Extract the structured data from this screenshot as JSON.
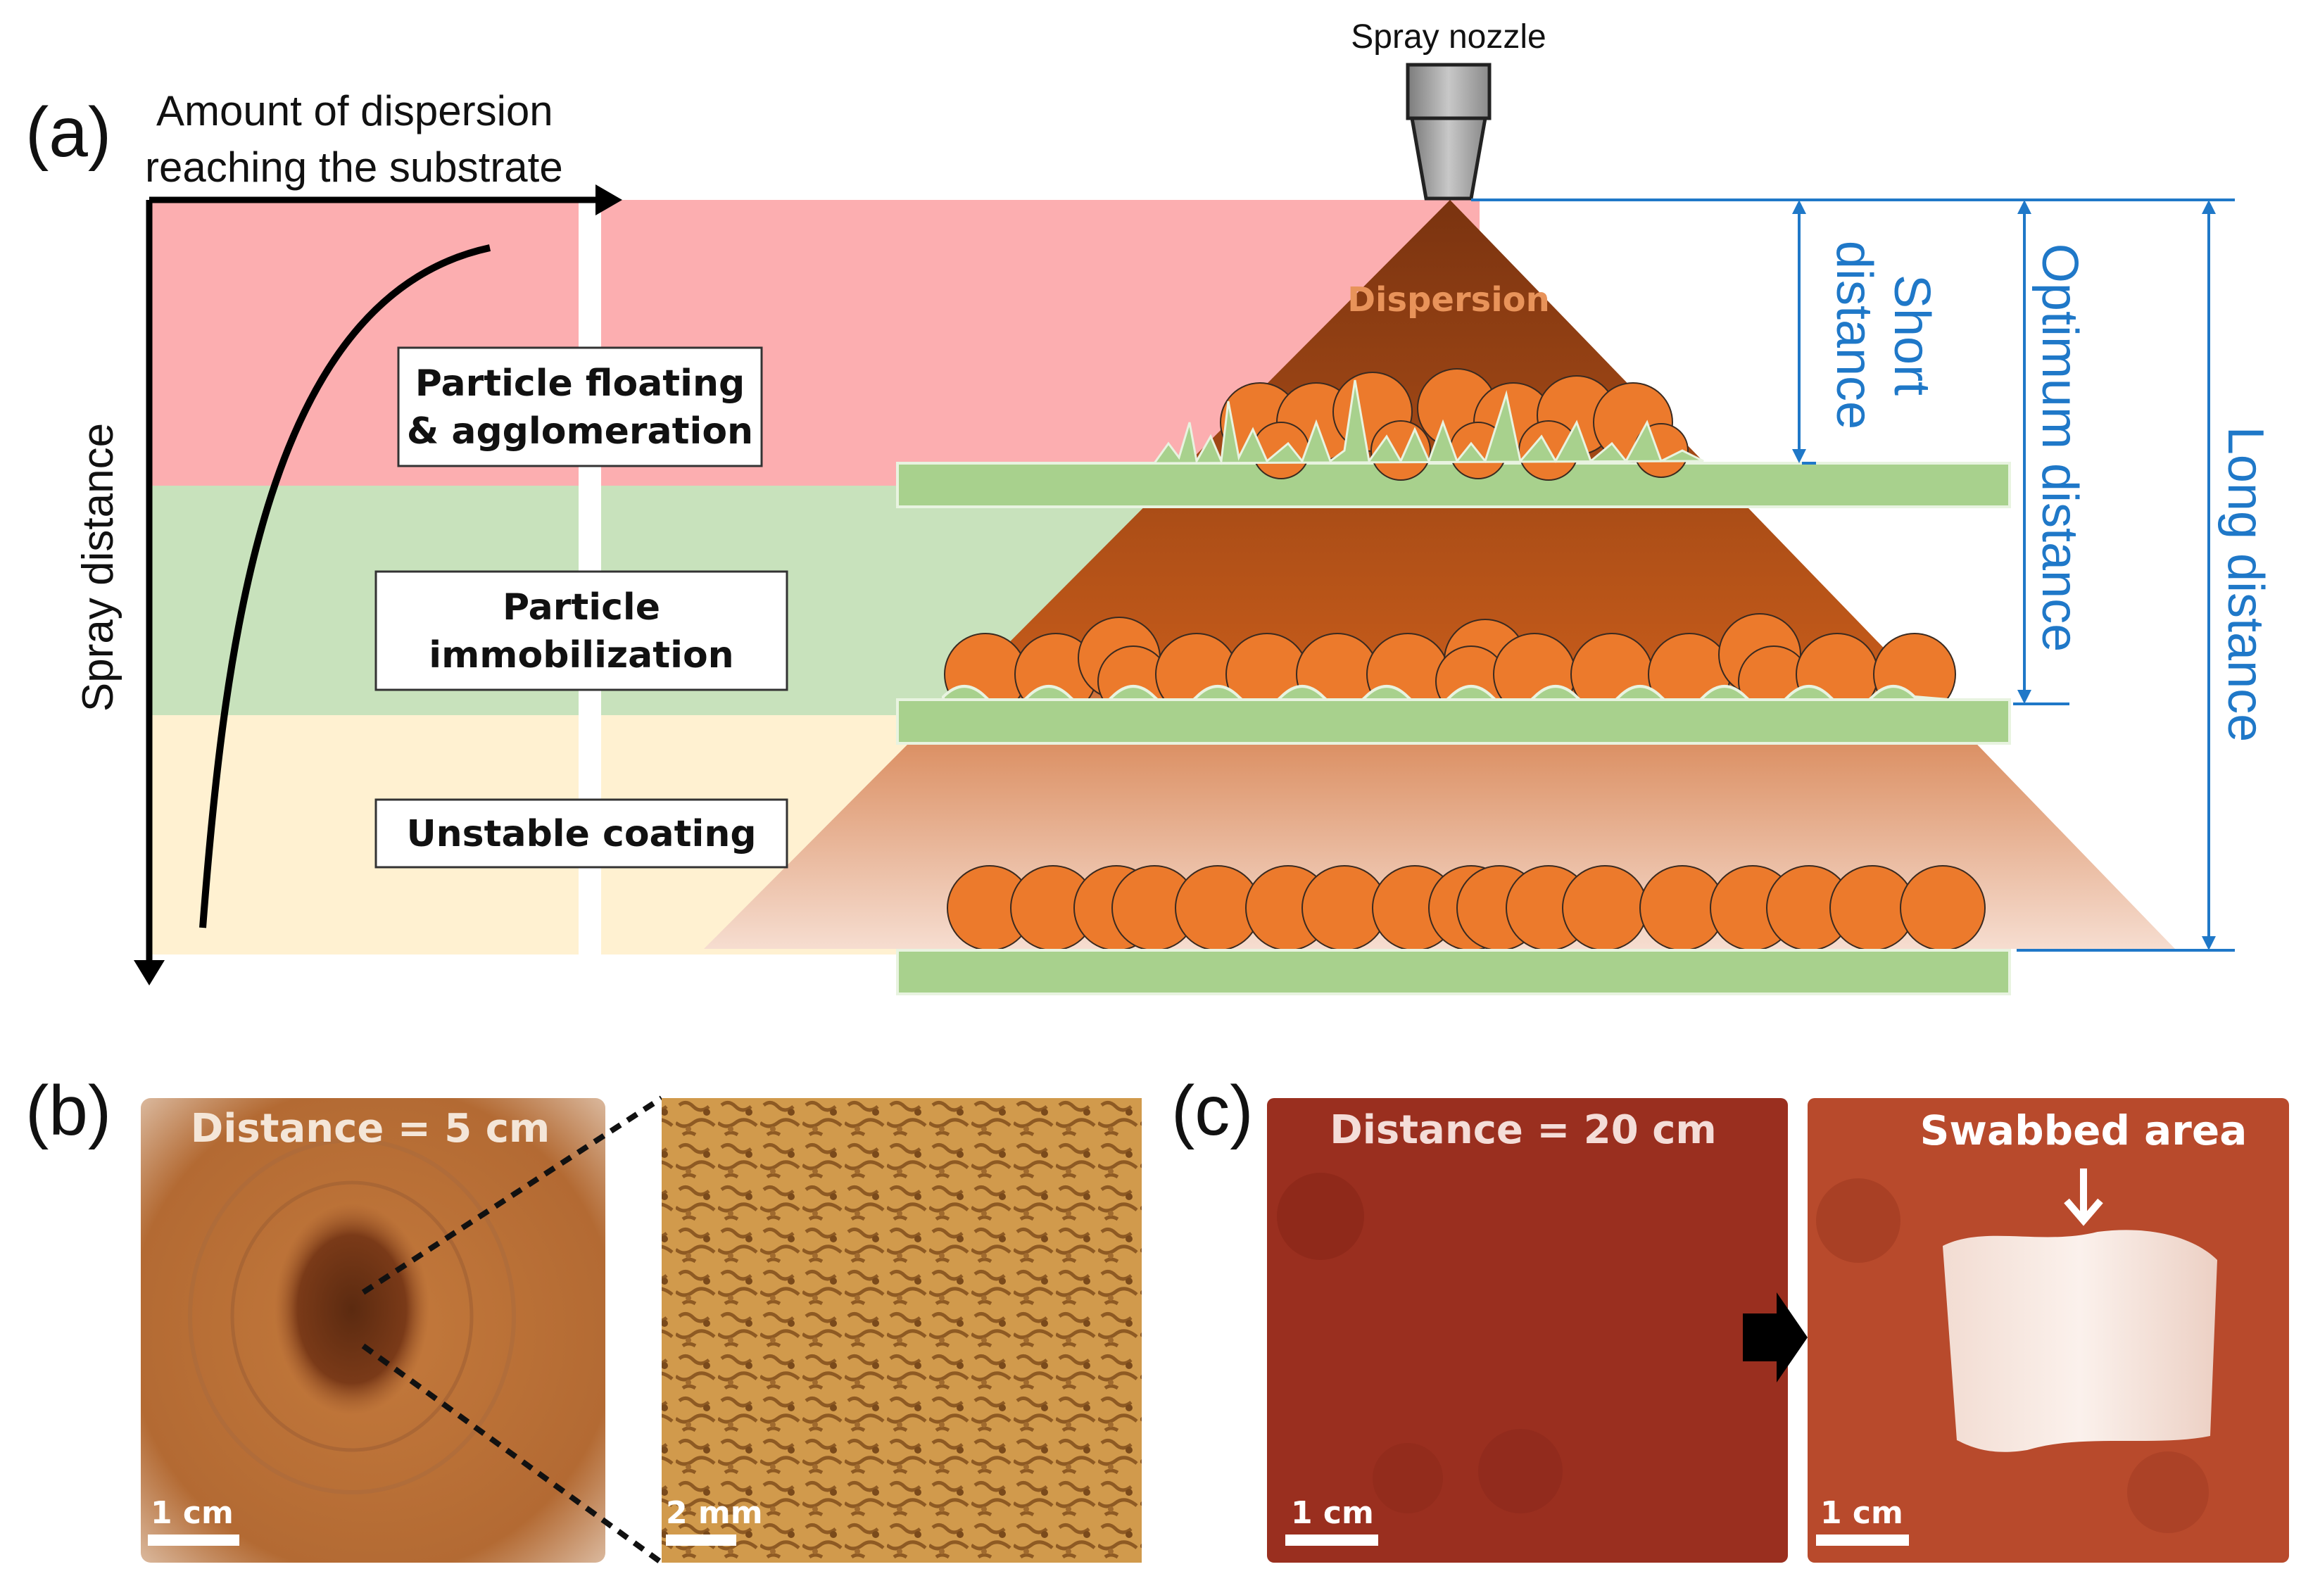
{
  "panel_a": {
    "label": "(a)",
    "nozzle_label": "Spray nozzle",
    "x_axis_label_line1": "Amount of dispersion",
    "x_axis_label_line2": "reaching the substrate",
    "y_axis_label": "Spray distance",
    "dispersion_label": "Dispersion",
    "box_1_line1": "Particle floating",
    "box_1_line2": "& agglomeration",
    "box_2_line1": "Particle",
    "box_2_line2": "immobilization",
    "box_3": "Unstable coating",
    "short_line1": "Short",
    "short_line2": "distance",
    "optimum": "Optimum distance",
    "long": "Long distance",
    "colors": {
      "zone_short": "#fcaeb0",
      "zone_optimum": "#c8e2bc",
      "zone_long": "#fff1d1",
      "spray": "#a8490f",
      "particle": "#ec7a2c",
      "substrate": "#a8d18d",
      "dimension": "#1f78c8"
    }
  },
  "panel_b": {
    "label": "(b)",
    "distance_text": "Distance = 5 cm",
    "scale_left": "1 cm",
    "scale_right": "2 mm"
  },
  "panel_c": {
    "label": "(c)",
    "distance_text": "Distance = 20 cm",
    "swabbed_text": "Swabbed area",
    "scale_left": "1 cm",
    "scale_right": "1 cm"
  }
}
